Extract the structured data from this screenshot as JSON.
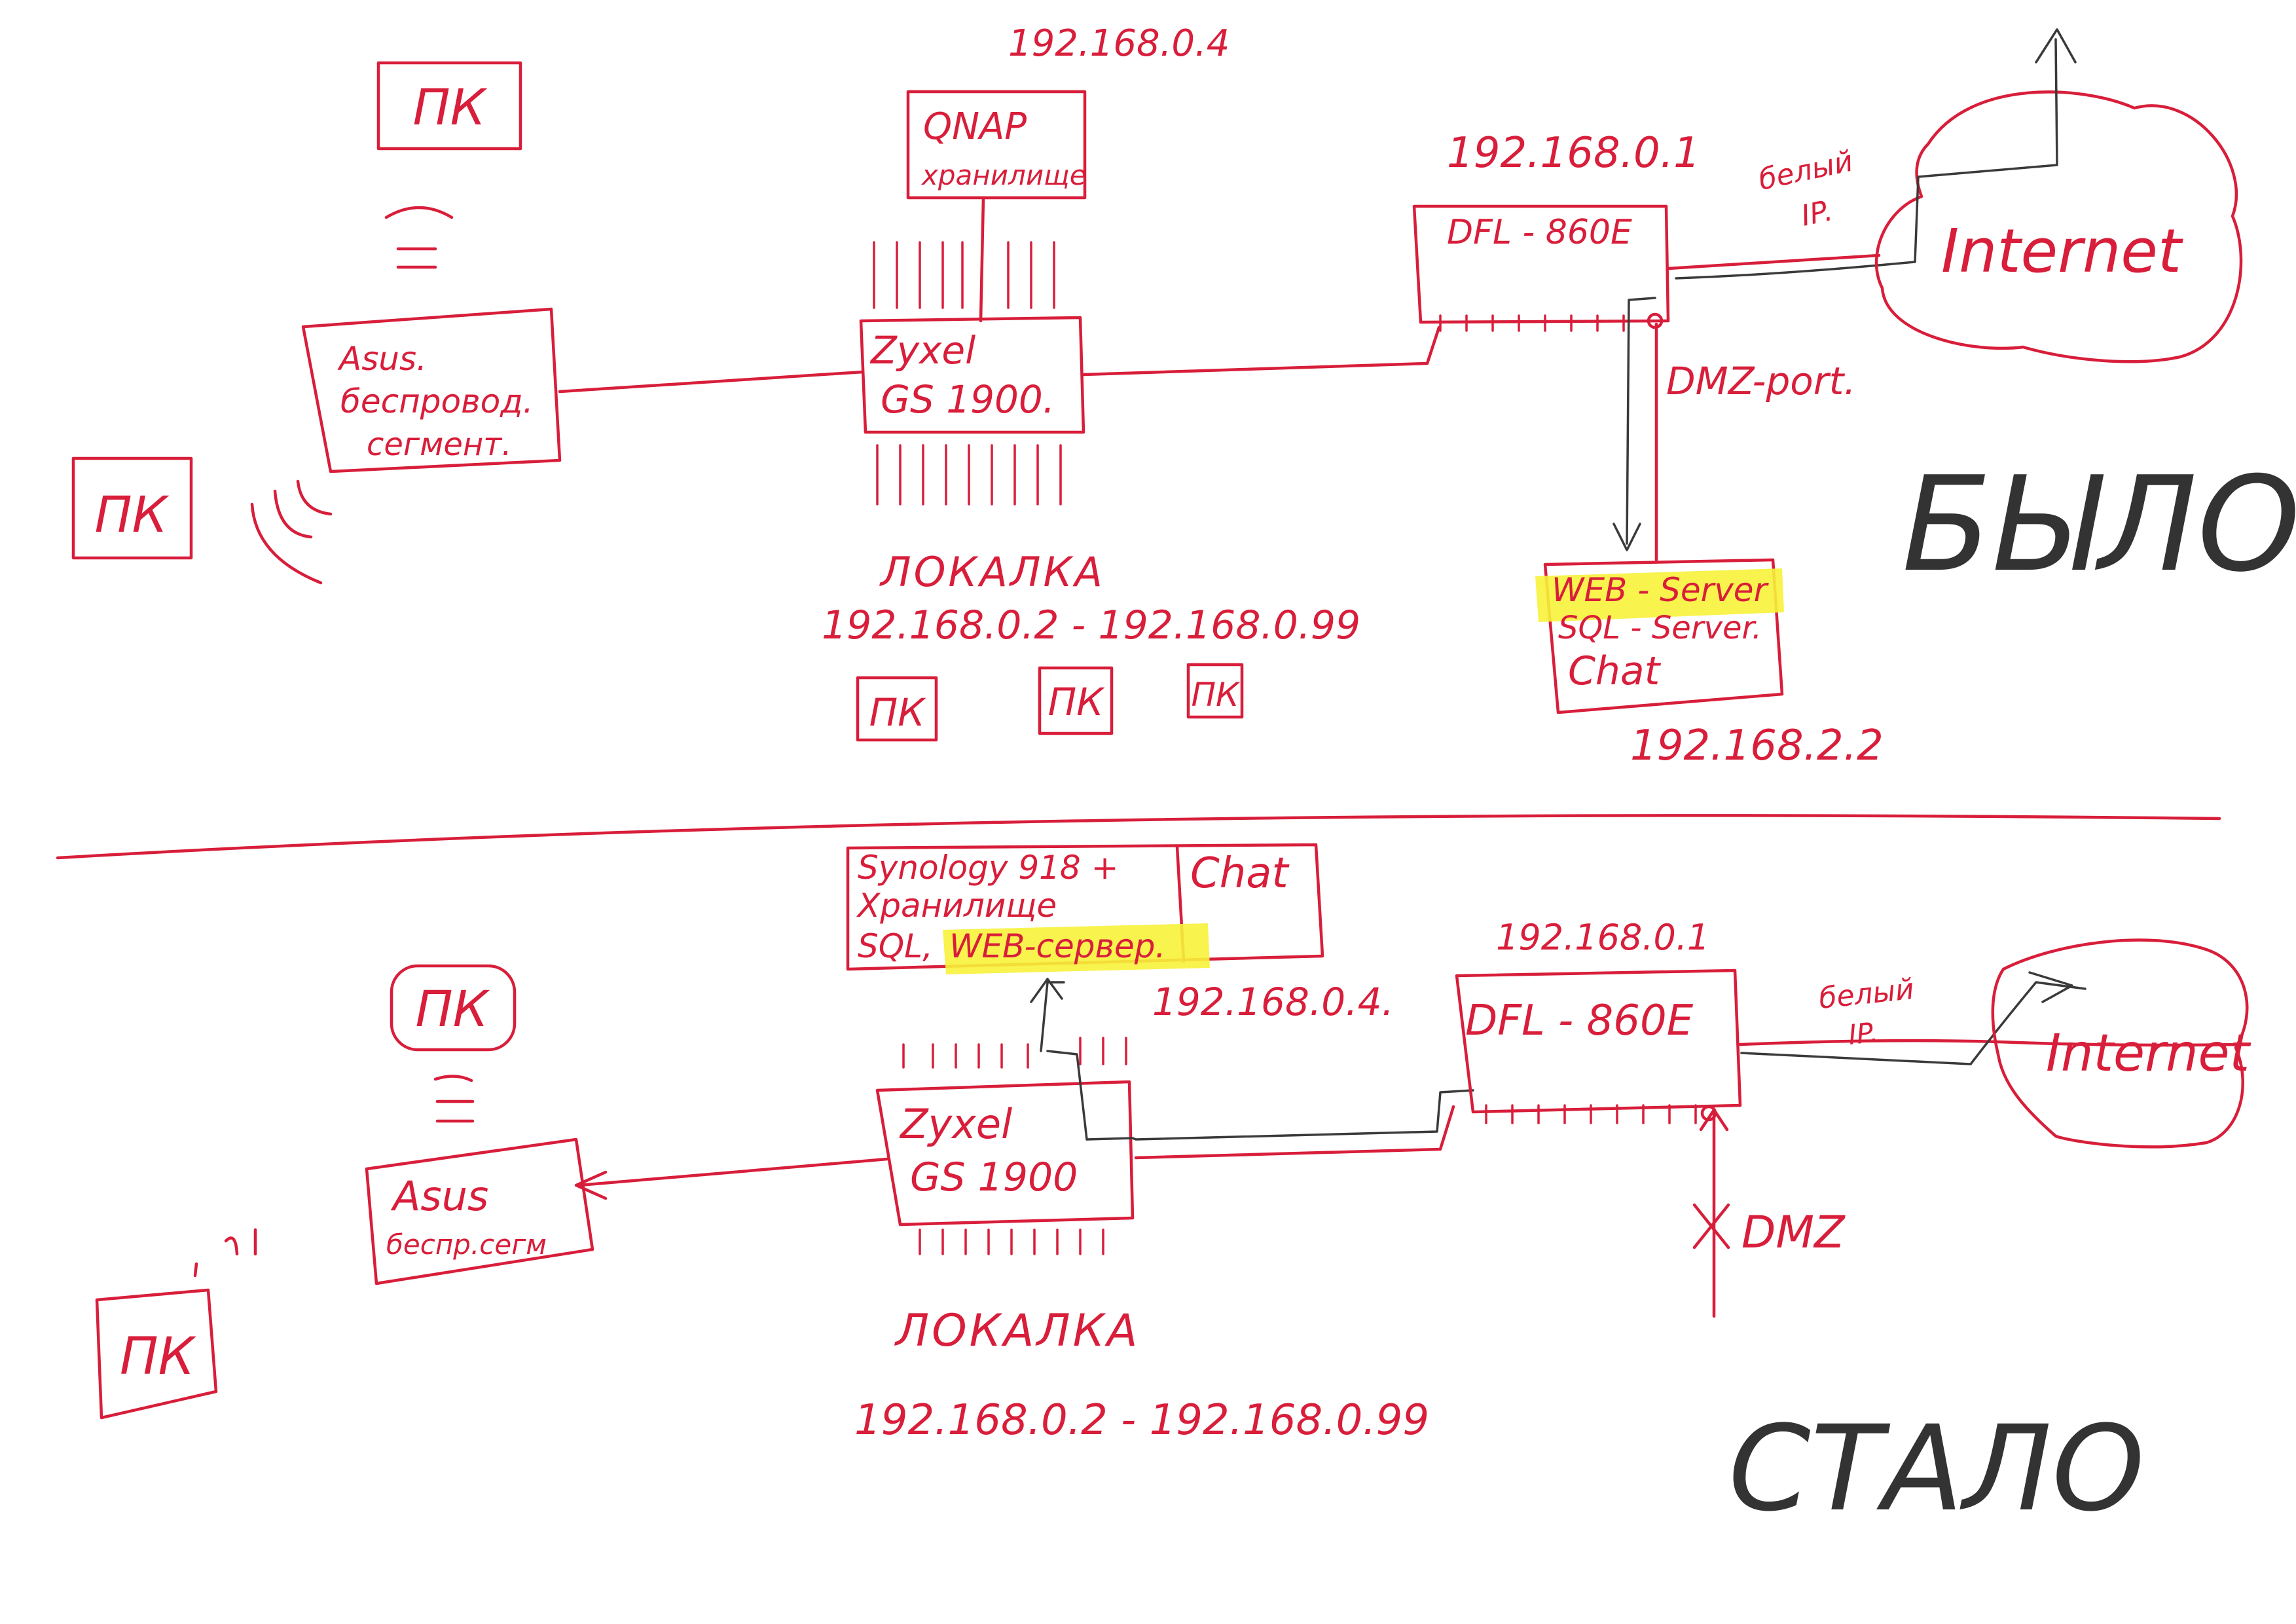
{
  "before": {
    "pc_top": "ПК",
    "asus": {
      "line1": "Asus.",
      "line2": "беспровод.",
      "line3": "сегмент."
    },
    "pc_left": "ПК",
    "qnap_ip": "192.168.0.4",
    "qnap": {
      "line1": "QNAP",
      "line2": "хранилище"
    },
    "zyxel": {
      "line1": "Zyxel",
      "line2": "GS 1900."
    },
    "lan": {
      "title": "ЛОКАЛКА",
      "range": "192.168.0.2 - 192.168.0.99"
    },
    "pcs": [
      "ПК",
      "ПК",
      "ПК"
    ],
    "router_ip": "192.168.0.1",
    "router": "DFL - 860E",
    "white_ip": {
      "line1": "белый",
      "line2": "IP."
    },
    "internet": "Internet",
    "dmz": "DMZ-port.",
    "server": {
      "line1": "WEB - Server",
      "line2": "SQL - Server.",
      "line3": "Chat"
    },
    "server_ip": "192.168.2.2",
    "label": "БЫЛО"
  },
  "after": {
    "synology": {
      "line1": "Synology 918 +",
      "line2": "Хранилище",
      "line3_a": "SQL,",
      "line3_b": "WEB-сервер.",
      "chat": "Chat"
    },
    "synology_ip": "192.168.0.4.",
    "pc_top": "ПК",
    "asus": {
      "line1": "Asus",
      "line2": "беспр.сегм"
    },
    "pc_left": "ПК",
    "zyxel": {
      "line1": "Zyxel",
      "line2": "GS 1900"
    },
    "lan": {
      "title": "ЛОКАЛКА",
      "range": "192.168.0.2 - 192.168.0.99"
    },
    "router_ip": "192.168.0.1",
    "router": "DFL - 860E",
    "white_ip": {
      "line1": "белый",
      "line2": "IP."
    },
    "internet": "Internet",
    "dmz": "DMZ",
    "label": "СТАЛО"
  },
  "colors": {
    "ink": "#d81e3a",
    "pencil": "#3a3a3a",
    "highlight": "#f7f23a"
  }
}
